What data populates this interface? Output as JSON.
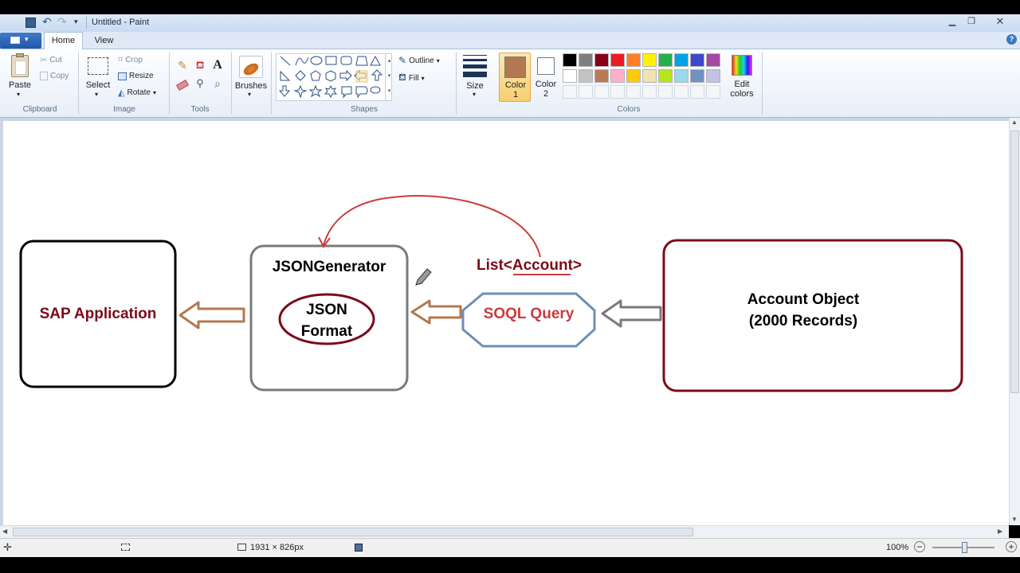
{
  "window": {
    "title": "Untitled - Paint"
  },
  "tabs": {
    "home": "Home",
    "view": "View"
  },
  "clipboard": {
    "paste": "Paste",
    "cut": "Cut",
    "copy": "Copy",
    "group": "Clipboard"
  },
  "image": {
    "select": "Select",
    "crop": "Crop",
    "resize": "Resize",
    "rotate": "Rotate",
    "group": "Image"
  },
  "tools": {
    "group": "Tools"
  },
  "brushes": {
    "label": "Brushes"
  },
  "shapes": {
    "outline": "Outline",
    "fill": "Fill",
    "group": "Shapes"
  },
  "size": {
    "label": "Size"
  },
  "colors": {
    "color1_l1": "Color",
    "color1_l2": "1",
    "color2_l1": "Color",
    "color2_l2": "2",
    "edit_l1": "Edit",
    "edit_l2": "colors",
    "group": "Colors",
    "color1_value": "#b47850",
    "color2_value": "#ffffff",
    "palette_row1": [
      "#000000",
      "#7f7f7f",
      "#880015",
      "#ed1c24",
      "#ff7f27",
      "#fff200",
      "#22b14c",
      "#00a2e8",
      "#3f48cc",
      "#a349a4"
    ],
    "palette_row2": [
      "#ffffff",
      "#c3c3c3",
      "#b97a57",
      "#ffaec9",
      "#ffc90e",
      "#efe4b0",
      "#b5e61d",
      "#99d9ea",
      "#7092be",
      "#c8bfe7"
    ]
  },
  "diagram": {
    "sap": "SAP Application",
    "generator": "JSONGenerator",
    "json_l1": "JSON",
    "json_l2": "Format",
    "list": "List<Account>",
    "soql": "SOQL Query",
    "account_l1": "Account Object",
    "account_l2": "(2000 Records)"
  },
  "status": {
    "dimensions": "1931 × 826px",
    "zoom": "100%"
  }
}
